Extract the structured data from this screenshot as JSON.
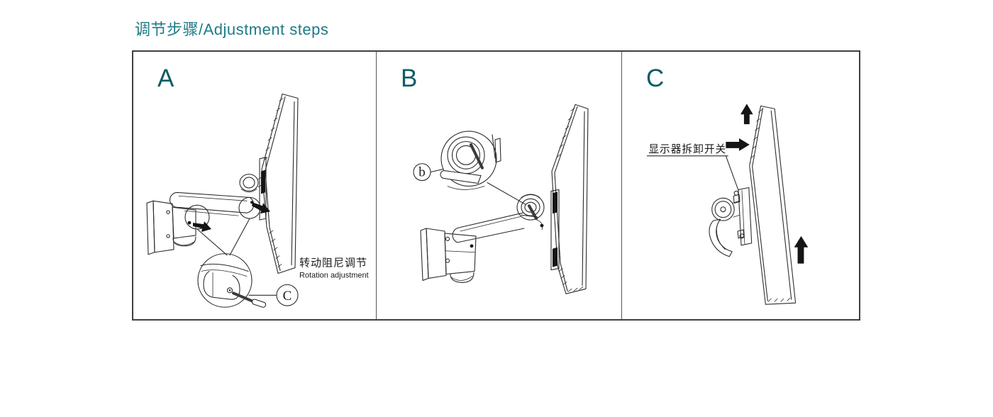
{
  "header": {
    "title": "调节步骤/Adjustment steps"
  },
  "colors": {
    "title_teal": "#1e7b87",
    "panel_letter_teal": "#0d5c68",
    "line_art": "#2b2b2b",
    "arrow_black": "#151515"
  },
  "panels": [
    {
      "letter": "A",
      "callout_label": "C",
      "annotation_zh": "转动阻尼调节",
      "annotation_en": "Rotation adjustment"
    },
    {
      "letter": "B",
      "callout_label": "b"
    },
    {
      "letter": "C",
      "annotation_zh": "显示器拆卸开关"
    }
  ]
}
